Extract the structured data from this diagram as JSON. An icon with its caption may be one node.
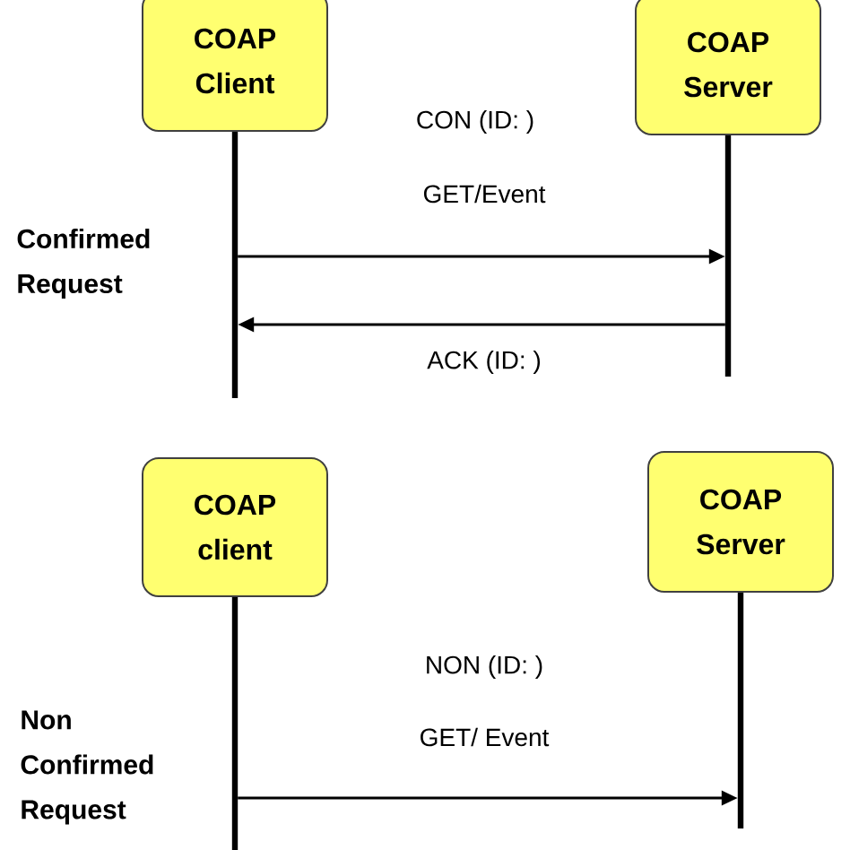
{
  "diagram": {
    "nodes": [
      {
        "text": [
          "COAP Client"
        ]
      },
      {
        "text": [
          "COAP Server"
        ]
      },
      {
        "text": [
          "COAP client"
        ]
      },
      {
        "text": [
          "COAP Server"
        ]
      }
    ],
    "edges": [
      {
        "from": 0,
        "to": 1,
        "arrow": "to",
        "label": "GET/Event"
      },
      {
        "from": 1,
        "to": 0,
        "arrow": "to",
        "label": "ACK (ID: )"
      },
      {
        "from": 2,
        "to": 3,
        "arrow": "to",
        "label": "GET/ Event"
      }
    ],
    "labels": [
      "CON (ID: )",
      "Confirmed Request",
      "NON (ID: )",
      "Non Confirmed Request"
    ]
  }
}
